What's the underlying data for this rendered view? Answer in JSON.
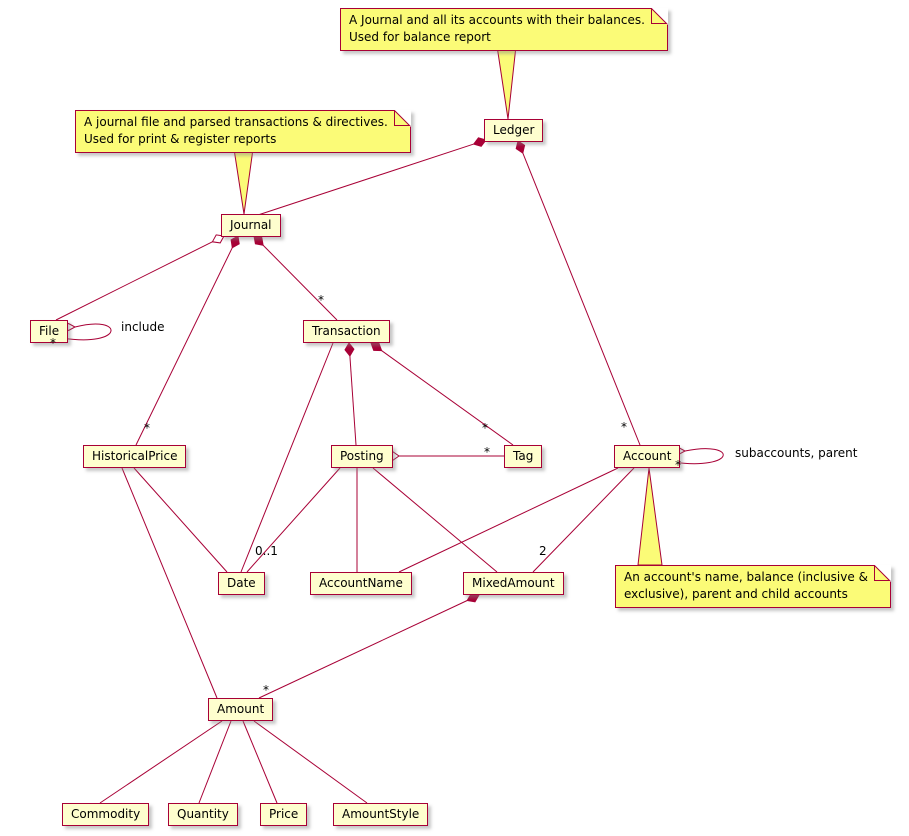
{
  "colors": {
    "line": "#A80036",
    "class_bg": "#FEFECE",
    "note_bg": "#FBFB77",
    "page_bg": "#FFFFFF",
    "text": "#000000"
  },
  "nodes": {
    "ledger": {
      "label": "Ledger"
    },
    "journal": {
      "label": "Journal"
    },
    "file": {
      "label": "File"
    },
    "transaction": {
      "label": "Transaction"
    },
    "historical_price": {
      "label": "HistoricalPrice"
    },
    "posting": {
      "label": "Posting"
    },
    "tag": {
      "label": "Tag"
    },
    "account": {
      "label": "Account"
    },
    "date": {
      "label": "Date"
    },
    "account_name": {
      "label": "AccountName"
    },
    "mixed_amount": {
      "label": "MixedAmount"
    },
    "amount": {
      "label": "Amount"
    },
    "commodity": {
      "label": "Commodity"
    },
    "quantity": {
      "label": "Quantity"
    },
    "price": {
      "label": "Price"
    },
    "amount_style": {
      "label": "AmountStyle"
    }
  },
  "notes": {
    "ledger": {
      "line1": "A Journal and all its accounts with their balances.",
      "line2": "Used for balance report"
    },
    "journal": {
      "line1": "A journal file and parsed transactions & directives.",
      "line2": "Used for print & register reports"
    },
    "account": {
      "line1": "An account's name, balance (inclusive &",
      "line2": "exclusive), parent and child accounts"
    }
  },
  "relationships": [
    {
      "from": "Ledger",
      "to": "Journal",
      "type": "composition"
    },
    {
      "from": "Ledger",
      "to": "Account",
      "type": "composition",
      "multiplicity": "*"
    },
    {
      "from": "Journal",
      "to": "File",
      "type": "aggregation"
    },
    {
      "from": "File",
      "to": "File",
      "type": "aggregation",
      "label": "include",
      "multiplicity": "*"
    },
    {
      "from": "Journal",
      "to": "Transaction",
      "type": "composition",
      "multiplicity": "*"
    },
    {
      "from": "Journal",
      "to": "HistoricalPrice",
      "type": "composition",
      "multiplicity": "*"
    },
    {
      "from": "Transaction",
      "to": "Posting",
      "type": "composition"
    },
    {
      "from": "Transaction",
      "to": "Tag",
      "type": "composition",
      "multiplicity": "*"
    },
    {
      "from": "Transaction",
      "to": "Date",
      "type": "association",
      "multiplicity": "0..1"
    },
    {
      "from": "Posting",
      "to": "Tag",
      "type": "aggregation",
      "multiplicity": "*"
    },
    {
      "from": "Posting",
      "to": "Date",
      "type": "association"
    },
    {
      "from": "Posting",
      "to": "AccountName",
      "type": "association"
    },
    {
      "from": "Posting",
      "to": "MixedAmount",
      "type": "association"
    },
    {
      "from": "Account",
      "to": "Account",
      "type": "aggregation",
      "label": "subaccounts, parent",
      "multiplicity": "*"
    },
    {
      "from": "Account",
      "to": "AccountName",
      "type": "association"
    },
    {
      "from": "Account",
      "to": "MixedAmount",
      "type": "association",
      "multiplicity": "2"
    },
    {
      "from": "MixedAmount",
      "to": "Amount",
      "type": "composition",
      "multiplicity": "*"
    },
    {
      "from": "HistoricalPrice",
      "to": "Date",
      "type": "association"
    },
    {
      "from": "HistoricalPrice",
      "to": "Amount",
      "type": "association"
    },
    {
      "from": "Amount",
      "to": "Commodity",
      "type": "association"
    },
    {
      "from": "Amount",
      "to": "Quantity",
      "type": "association"
    },
    {
      "from": "Amount",
      "to": "Price",
      "type": "association"
    },
    {
      "from": "Amount",
      "to": "AmountStyle",
      "type": "association"
    }
  ]
}
